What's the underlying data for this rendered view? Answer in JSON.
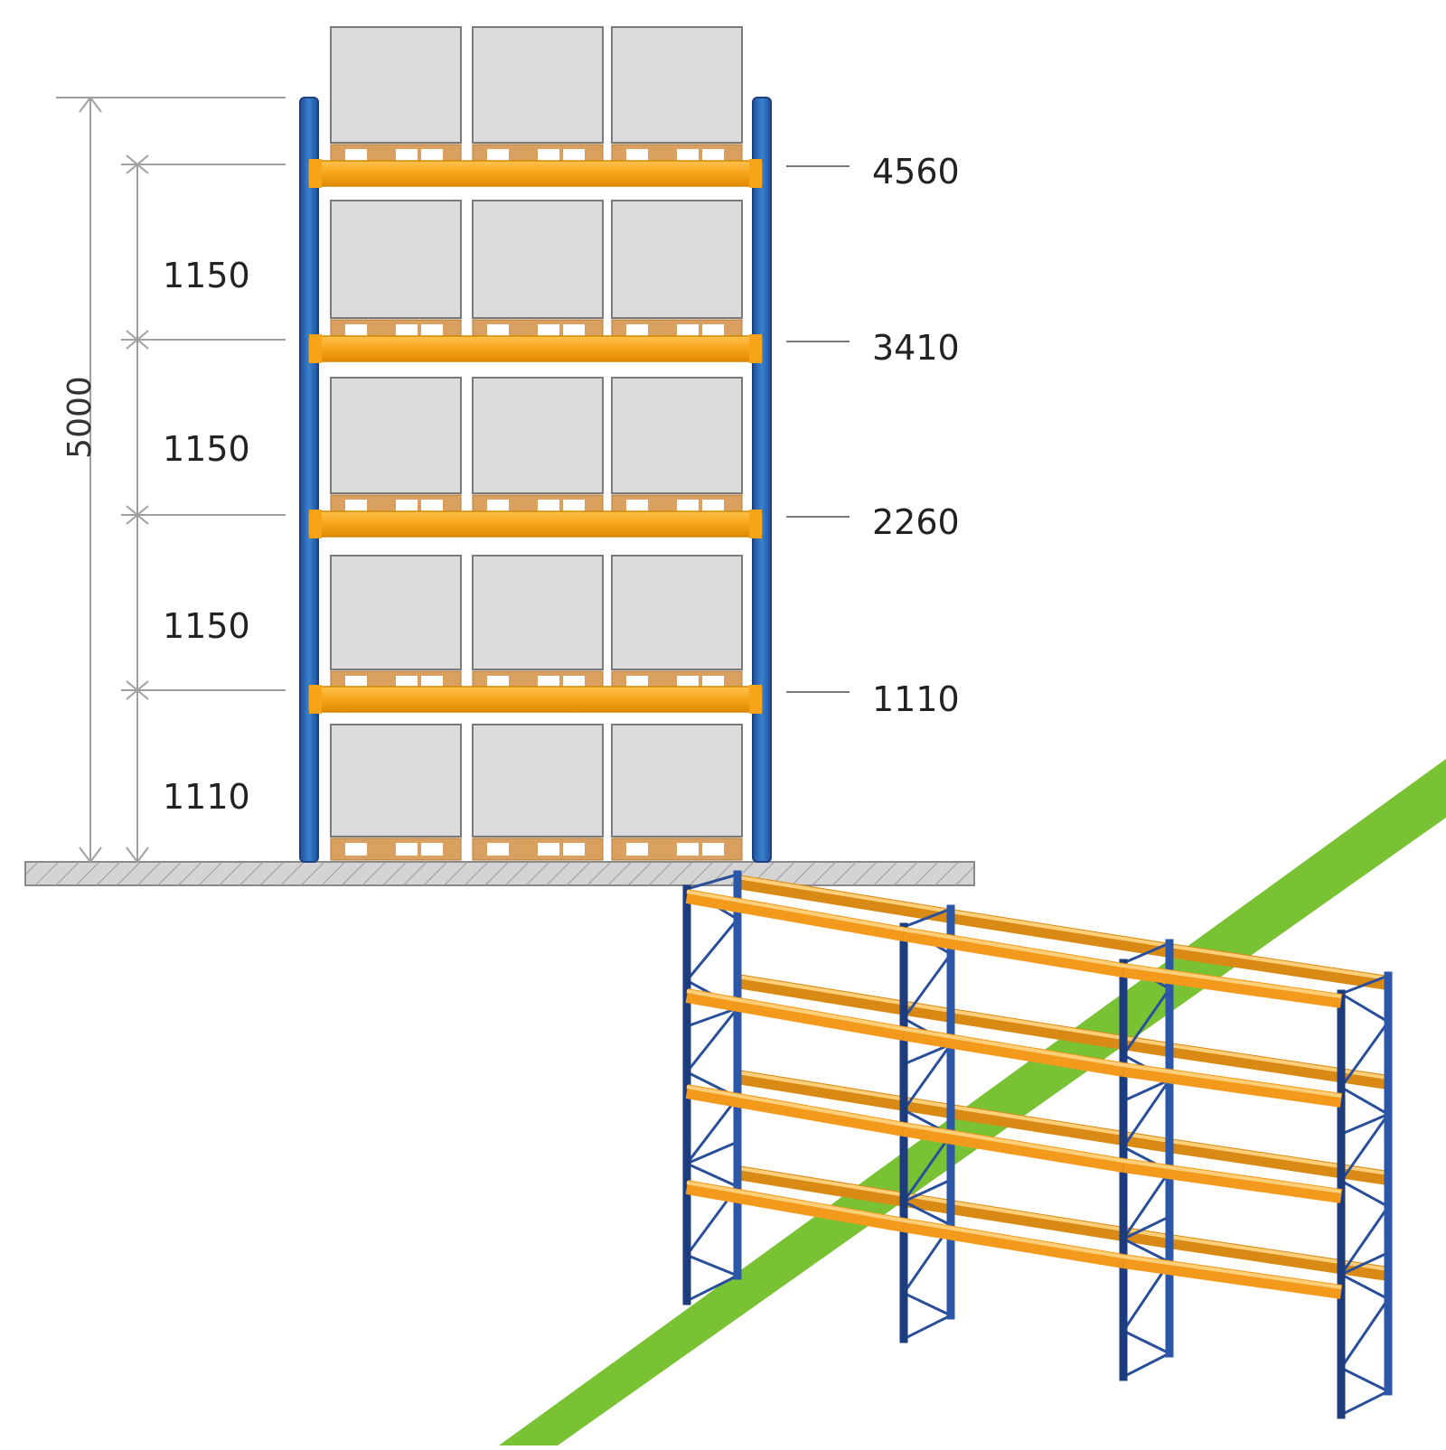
{
  "drawing": {
    "total_height_label": "5000",
    "level_spacing_labels": [
      "1150",
      "1150",
      "1150",
      "1110"
    ],
    "beam_elevation_labels": [
      "4560",
      "3410",
      "2260",
      "1110"
    ],
    "levels": 5,
    "pallets_per_level": 3
  },
  "isometric": {
    "frames": 4,
    "beam_levels": 4
  },
  "colors": {
    "upright": "#2f6fb5",
    "upright_dark": "#1e3f82",
    "beam": "#f7a418",
    "beam_light": "#ffc04a",
    "pallet_wood": "#d9a060",
    "load": "#dcdcdc",
    "load_border": "#7a7a7a",
    "floor": "#cfcfcf",
    "floor_hatch": "#9a9a9a",
    "dim_line": "#a0a0a0",
    "aisle": "#79c234"
  }
}
